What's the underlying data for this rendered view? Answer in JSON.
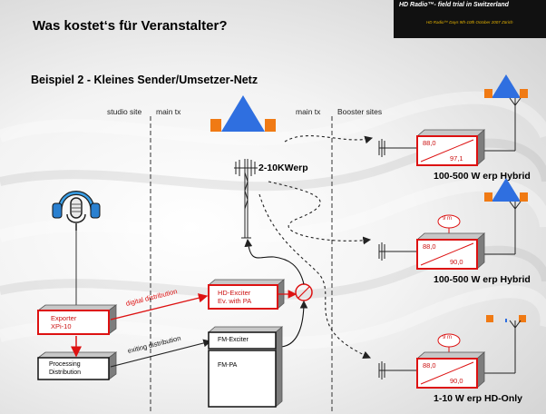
{
  "title": "Was kostet‘s für Veranstalter?",
  "subtitle": "Beispiel  2  -  Kleines Sender/Umsetzer-Netz",
  "banner": {
    "line1": "HD Radio™- field trial in Switzerland",
    "line2": "HD Radio™ Days 9th-10th October 2007 Zürich"
  },
  "columns": {
    "studio_site": "studio site",
    "main_tx_left": "main tx",
    "main_tx_right": "main tx",
    "booster_sites": "Booster sites"
  },
  "main_tower_label": "2-10KWerp",
  "exporter": {
    "line1": "Exporter",
    "line2": "XPi-10"
  },
  "processing": {
    "line1": "Processing",
    "line2": "Distribution"
  },
  "hd_exciter": {
    "line1": "HD-Exciter",
    "line2": "Ev. with PA"
  },
  "fm_exciter": "FM-Exciter",
  "fm_pa": "FM-PA",
  "digital_distribution": "digital  distribution",
  "existing_distribution": "exiting  distribution",
  "boosters": [
    {
      "top_value": "88,0",
      "bottom_value": "97,1",
      "caption": "100-500 W erp Hybrid",
      "badge": ""
    },
    {
      "top_value": "88,0",
      "bottom_value": "90,0",
      "caption": "100-500 W erp  Hybrid",
      "badge": "9 m"
    },
    {
      "top_value": "88,0",
      "bottom_value": "90,0",
      "caption": "1-10 W erp HD-Only",
      "badge": "9 m"
    }
  ],
  "colors": {
    "red": "#dd1111",
    "blue": "#2f6fe0",
    "orange": "#f07a14"
  }
}
